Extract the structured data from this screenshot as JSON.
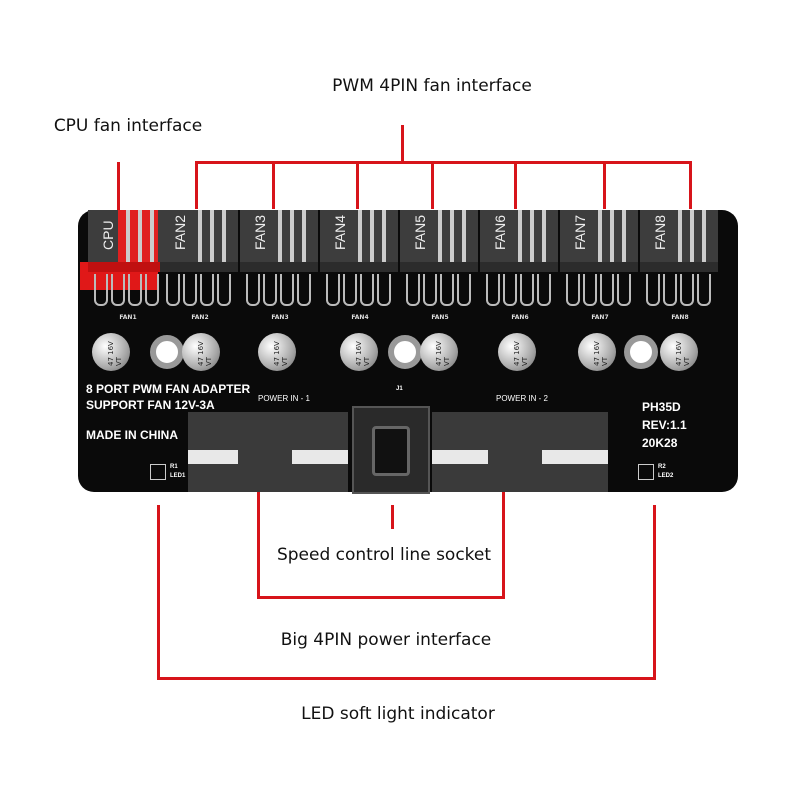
{
  "labels": {
    "pwm": "PWM 4PIN fan interface",
    "cpu": "CPU fan interface",
    "speed": "Speed control line socket",
    "power": "Big 4PIN power interface",
    "led": "LED soft light indicator"
  },
  "board": {
    "headers": [
      "CPU",
      "FAN2",
      "FAN3",
      "FAN4",
      "FAN5",
      "FAN6",
      "FAN7",
      "FAN8"
    ],
    "header_labels": [
      "FAN1",
      "FAN2",
      "FAN3",
      "FAN4",
      "FAN5",
      "FAN6",
      "FAN7",
      "FAN8"
    ],
    "capacitor_text": "47 16V VT",
    "line1": "8 PORT PWM FAN ADAPTER",
    "line2": "SUPPORT FAN 12V-3A",
    "line3": "MADE IN CHINA",
    "power_in_1": "POWER IN - 1",
    "power_in_2": "POWER  IN - 2",
    "j1": "J1",
    "model": "PH35D",
    "rev": "REV:1.1",
    "date": "20K28",
    "led1": "LED1",
    "r1": "R1",
    "led2": "LED2",
    "r2": "R2"
  },
  "colors": {
    "accent": "#d7141a",
    "board": "#0a0a0a"
  }
}
